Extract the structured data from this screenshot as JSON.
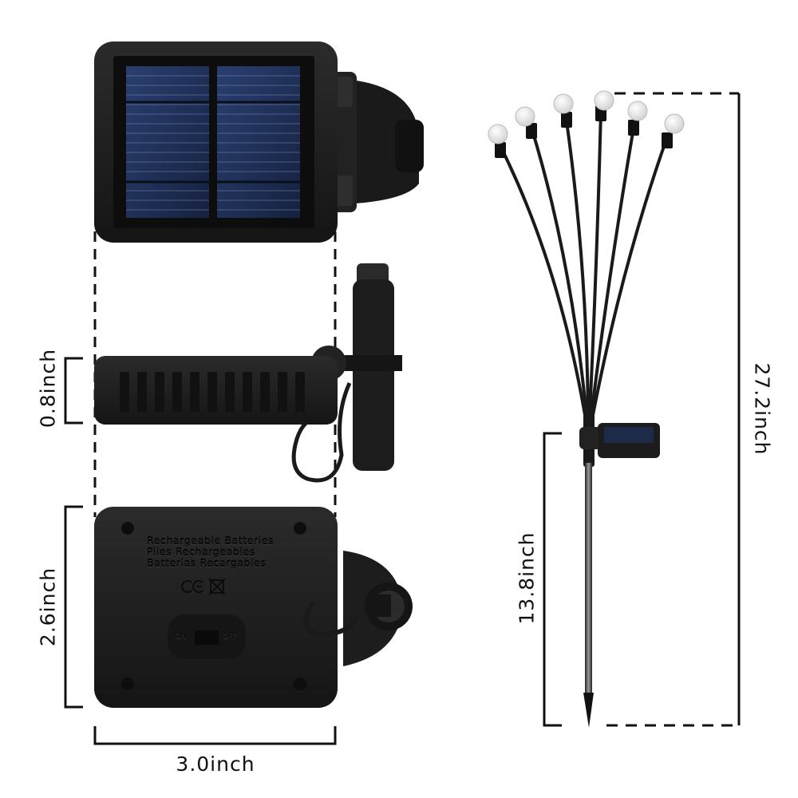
{
  "dimensions": {
    "thickness": "0.8inch",
    "height_box": "2.6inch",
    "width": "3.0inch",
    "stake_height": "13.8inch",
    "total_height": "27.2inch"
  },
  "battery_box": {
    "line1": "Rechargeable Batteries",
    "line2": "Piles Rechargeables",
    "line3": "Batterias Recargables",
    "switch_on": "ON",
    "switch_off": "OFF"
  },
  "colors": {
    "housing": "#1c1c1c",
    "panel": "#1e2f57",
    "bulb": "#eeeeee",
    "dim_line": "#111111"
  }
}
